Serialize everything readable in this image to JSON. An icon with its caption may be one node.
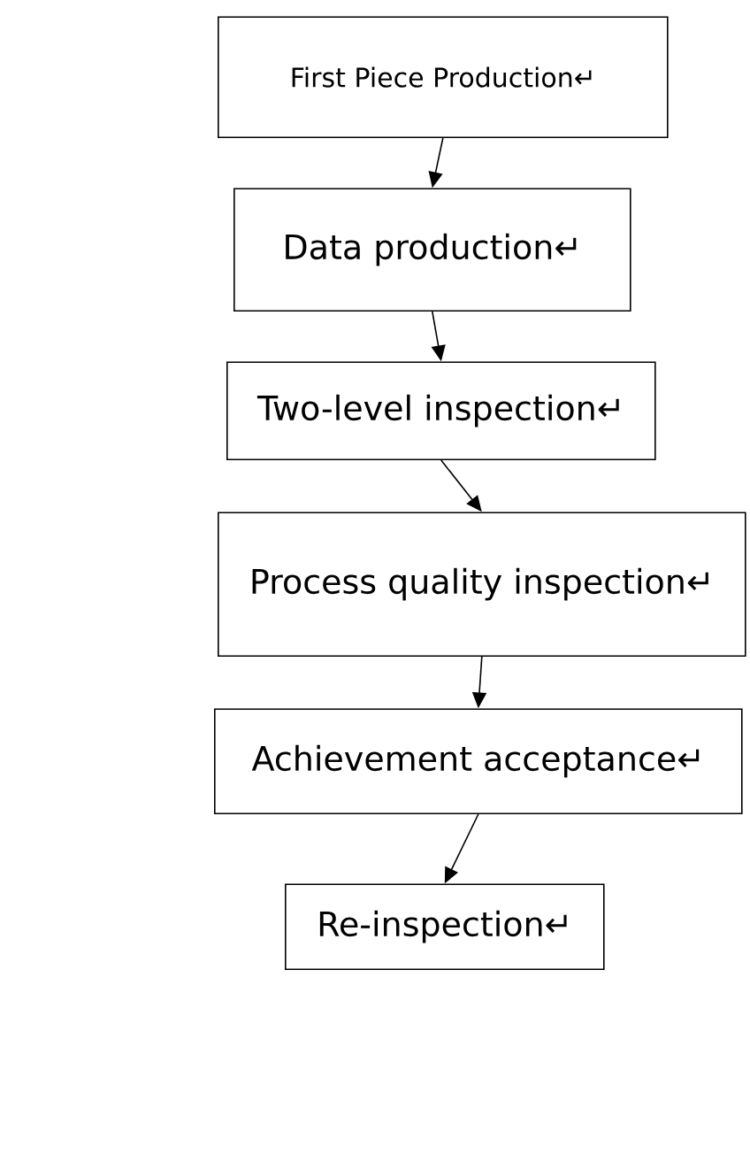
{
  "diagram": {
    "nodes": [
      {
        "text": [
          "First Piece Production↵"
        ]
      },
      {
        "text": [
          "Data production↵"
        ]
      },
      {
        "text": [
          "Two-level inspection↵"
        ]
      },
      {
        "text": [
          "Process quality inspection↵"
        ]
      },
      {
        "text": [
          "Achievement acceptance↵"
        ]
      },
      {
        "text": [
          "Re-inspection↵"
        ]
      }
    ],
    "edges": [
      {
        "from": 0,
        "to": 1,
        "arrow": "to"
      },
      {
        "from": 1,
        "to": 2,
        "arrow": "to"
      },
      {
        "from": 2,
        "to": 3,
        "arrow": "to"
      },
      {
        "from": 3,
        "to": 4,
        "arrow": "to"
      },
      {
        "from": 4,
        "to": 5,
        "arrow": "to"
      }
    ]
  }
}
